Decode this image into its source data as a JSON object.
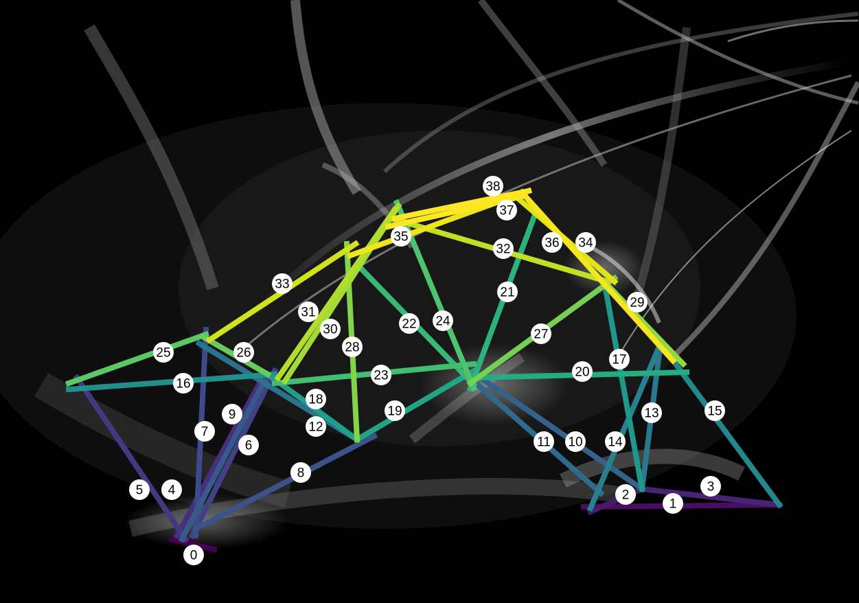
{
  "members": [
    {
      "label": "0",
      "color": "#440154"
    },
    {
      "label": "1",
      "color": "#470e61"
    },
    {
      "label": "2",
      "color": "#481a6c"
    },
    {
      "label": "3",
      "color": "#482475"
    },
    {
      "label": "4",
      "color": "#472f7d"
    },
    {
      "label": "5",
      "color": "#453882"
    },
    {
      "label": "6",
      "color": "#424186"
    },
    {
      "label": "7",
      "color": "#3e4a89"
    },
    {
      "label": "8",
      "color": "#3b528b"
    },
    {
      "label": "9",
      "color": "#375a8c"
    },
    {
      "label": "10",
      "color": "#33628d"
    },
    {
      "label": "11",
      "color": "#30698e"
    },
    {
      "label": "12",
      "color": "#2c718e"
    },
    {
      "label": "13",
      "color": "#29788e"
    },
    {
      "label": "14",
      "color": "#26808e"
    },
    {
      "label": "15",
      "color": "#23888e"
    },
    {
      "label": "16",
      "color": "#21908d"
    },
    {
      "label": "17",
      "color": "#1f978b"
    },
    {
      "label": "18",
      "color": "#1f9f88"
    },
    {
      "label": "19",
      "color": "#21a685"
    },
    {
      "label": "20",
      "color": "#25ac82"
    },
    {
      "label": "21",
      "color": "#2db27d"
    },
    {
      "label": "22",
      "color": "#37b878"
    },
    {
      "label": "23",
      "color": "#42be71"
    },
    {
      "label": "24",
      "color": "#4ec36b"
    },
    {
      "label": "25",
      "color": "#5ac864"
    },
    {
      "label": "26",
      "color": "#67cc5c"
    },
    {
      "label": "27",
      "color": "#75d054"
    },
    {
      "label": "28",
      "color": "#84d44b"
    },
    {
      "label": "29",
      "color": "#93d741"
    },
    {
      "label": "30",
      "color": "#a2da37"
    },
    {
      "label": "31",
      "color": "#b2dd2d"
    },
    {
      "label": "32",
      "color": "#c2df23"
    },
    {
      "label": "33",
      "color": "#d2e21b"
    },
    {
      "label": "34",
      "color": "#e1e31a"
    },
    {
      "label": "35",
      "color": "#efe51c"
    },
    {
      "label": "36",
      "color": "#f5e620"
    },
    {
      "label": "37",
      "color": "#fbe723"
    },
    {
      "label": "38",
      "color": "#fde725"
    }
  ]
}
